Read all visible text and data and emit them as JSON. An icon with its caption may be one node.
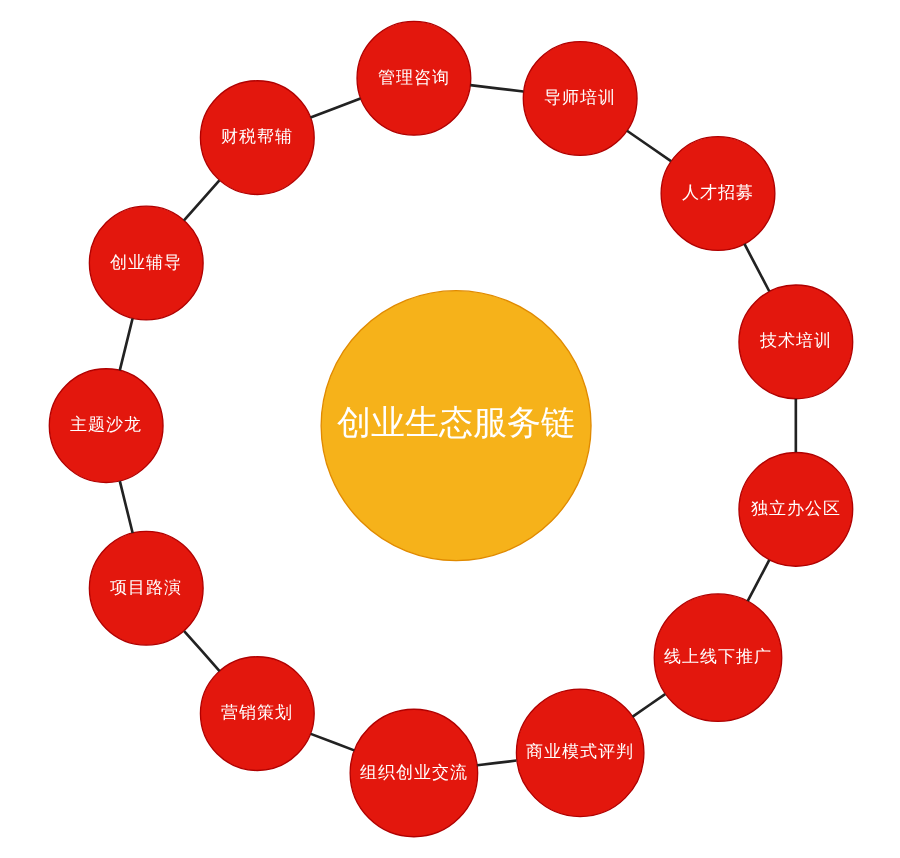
{
  "diagram": {
    "nodes": [
      {
        "text": [
          "创业生态服务链"
        ]
      },
      {
        "text": [
          "技术培训"
        ]
      },
      {
        "text": [
          "人才招募"
        ]
      },
      {
        "text": [
          "导师培训"
        ]
      },
      {
        "text": [
          "管理咨询"
        ]
      },
      {
        "text": [
          "财税帮辅"
        ]
      },
      {
        "text": [
          "创业辅导"
        ]
      },
      {
        "text": [
          "主题沙龙"
        ]
      },
      {
        "text": [
          "项目路演"
        ]
      },
      {
        "text": [
          "营销策划"
        ]
      },
      {
        "text": [
          "组织创业交流"
        ]
      },
      {
        "text": [
          "商业模式评判"
        ]
      },
      {
        "text": [
          "线上线下推广"
        ]
      },
      {
        "text": [
          "独立办公区"
        ]
      }
    ],
    "edges": [
      {
        "from": 1,
        "to": 2,
        "arrow": "none"
      },
      {
        "from": 2,
        "to": 3,
        "arrow": "none"
      },
      {
        "from": 3,
        "to": 4,
        "arrow": "none"
      },
      {
        "from": 4,
        "to": 5,
        "arrow": "none"
      },
      {
        "from": 5,
        "to": 6,
        "arrow": "none"
      },
      {
        "from": 6,
        "to": 7,
        "arrow": "none"
      },
      {
        "from": 7,
        "to": 8,
        "arrow": "none"
      },
      {
        "from": 8,
        "to": 9,
        "arrow": "none"
      },
      {
        "from": 9,
        "to": 10,
        "arrow": "none"
      },
      {
        "from": 10,
        "to": 11,
        "arrow": "none"
      },
      {
        "from": 11,
        "to": 12,
        "arrow": "none"
      },
      {
        "from": 12,
        "to": 13,
        "arrow": "none"
      },
      {
        "from": 13,
        "to": 1,
        "arrow": "none"
      }
    ]
  }
}
